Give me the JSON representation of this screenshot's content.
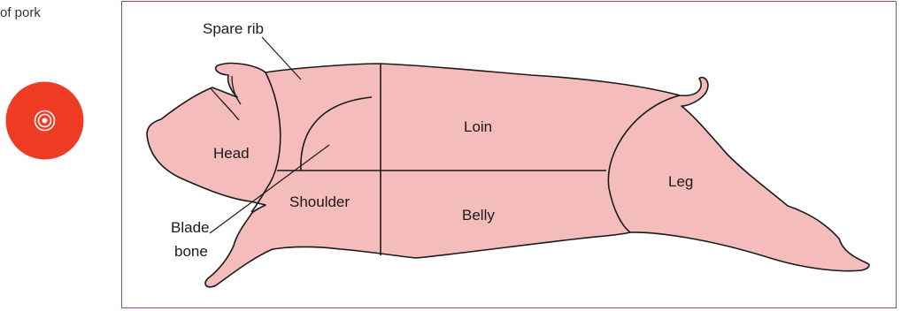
{
  "header": {
    "caption_fragment": "of pork"
  },
  "icons": {
    "disc": "cd-disc-icon"
  },
  "colors": {
    "disc_red": "#ee3b24",
    "pig_fill": "#f5bcbc",
    "outline": "#1a1a1a",
    "frame_border": "#8a4a86"
  },
  "diagram": {
    "labels": {
      "spare_rib": "Spare rib",
      "head": "Head",
      "loin": "Loin",
      "leg": "Leg",
      "shoulder": "Shoulder",
      "belly": "Belly",
      "blade_line1": "Blade",
      "blade_line2": "bone"
    }
  }
}
